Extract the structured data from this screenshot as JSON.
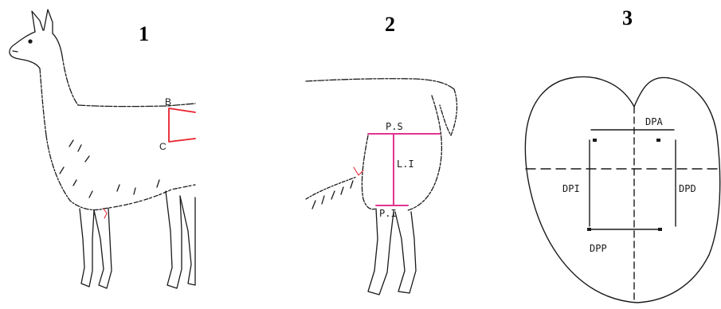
{
  "panels": [
    {
      "number": "1",
      "markers": {
        "top": "B",
        "bottom": "C"
      }
    },
    {
      "number": "2",
      "labels": {
        "upper": "P.S",
        "middle": "L.I",
        "lower": "P.I"
      }
    },
    {
      "number": "3",
      "labels": {
        "anterior": "DPA",
        "left": "DPI",
        "right": "DPD",
        "posterior": "DPP"
      }
    }
  ],
  "colors": {
    "line": "#1a1a1a",
    "measure_red": "#e8202a",
    "measure_pink": "#e3338f"
  }
}
